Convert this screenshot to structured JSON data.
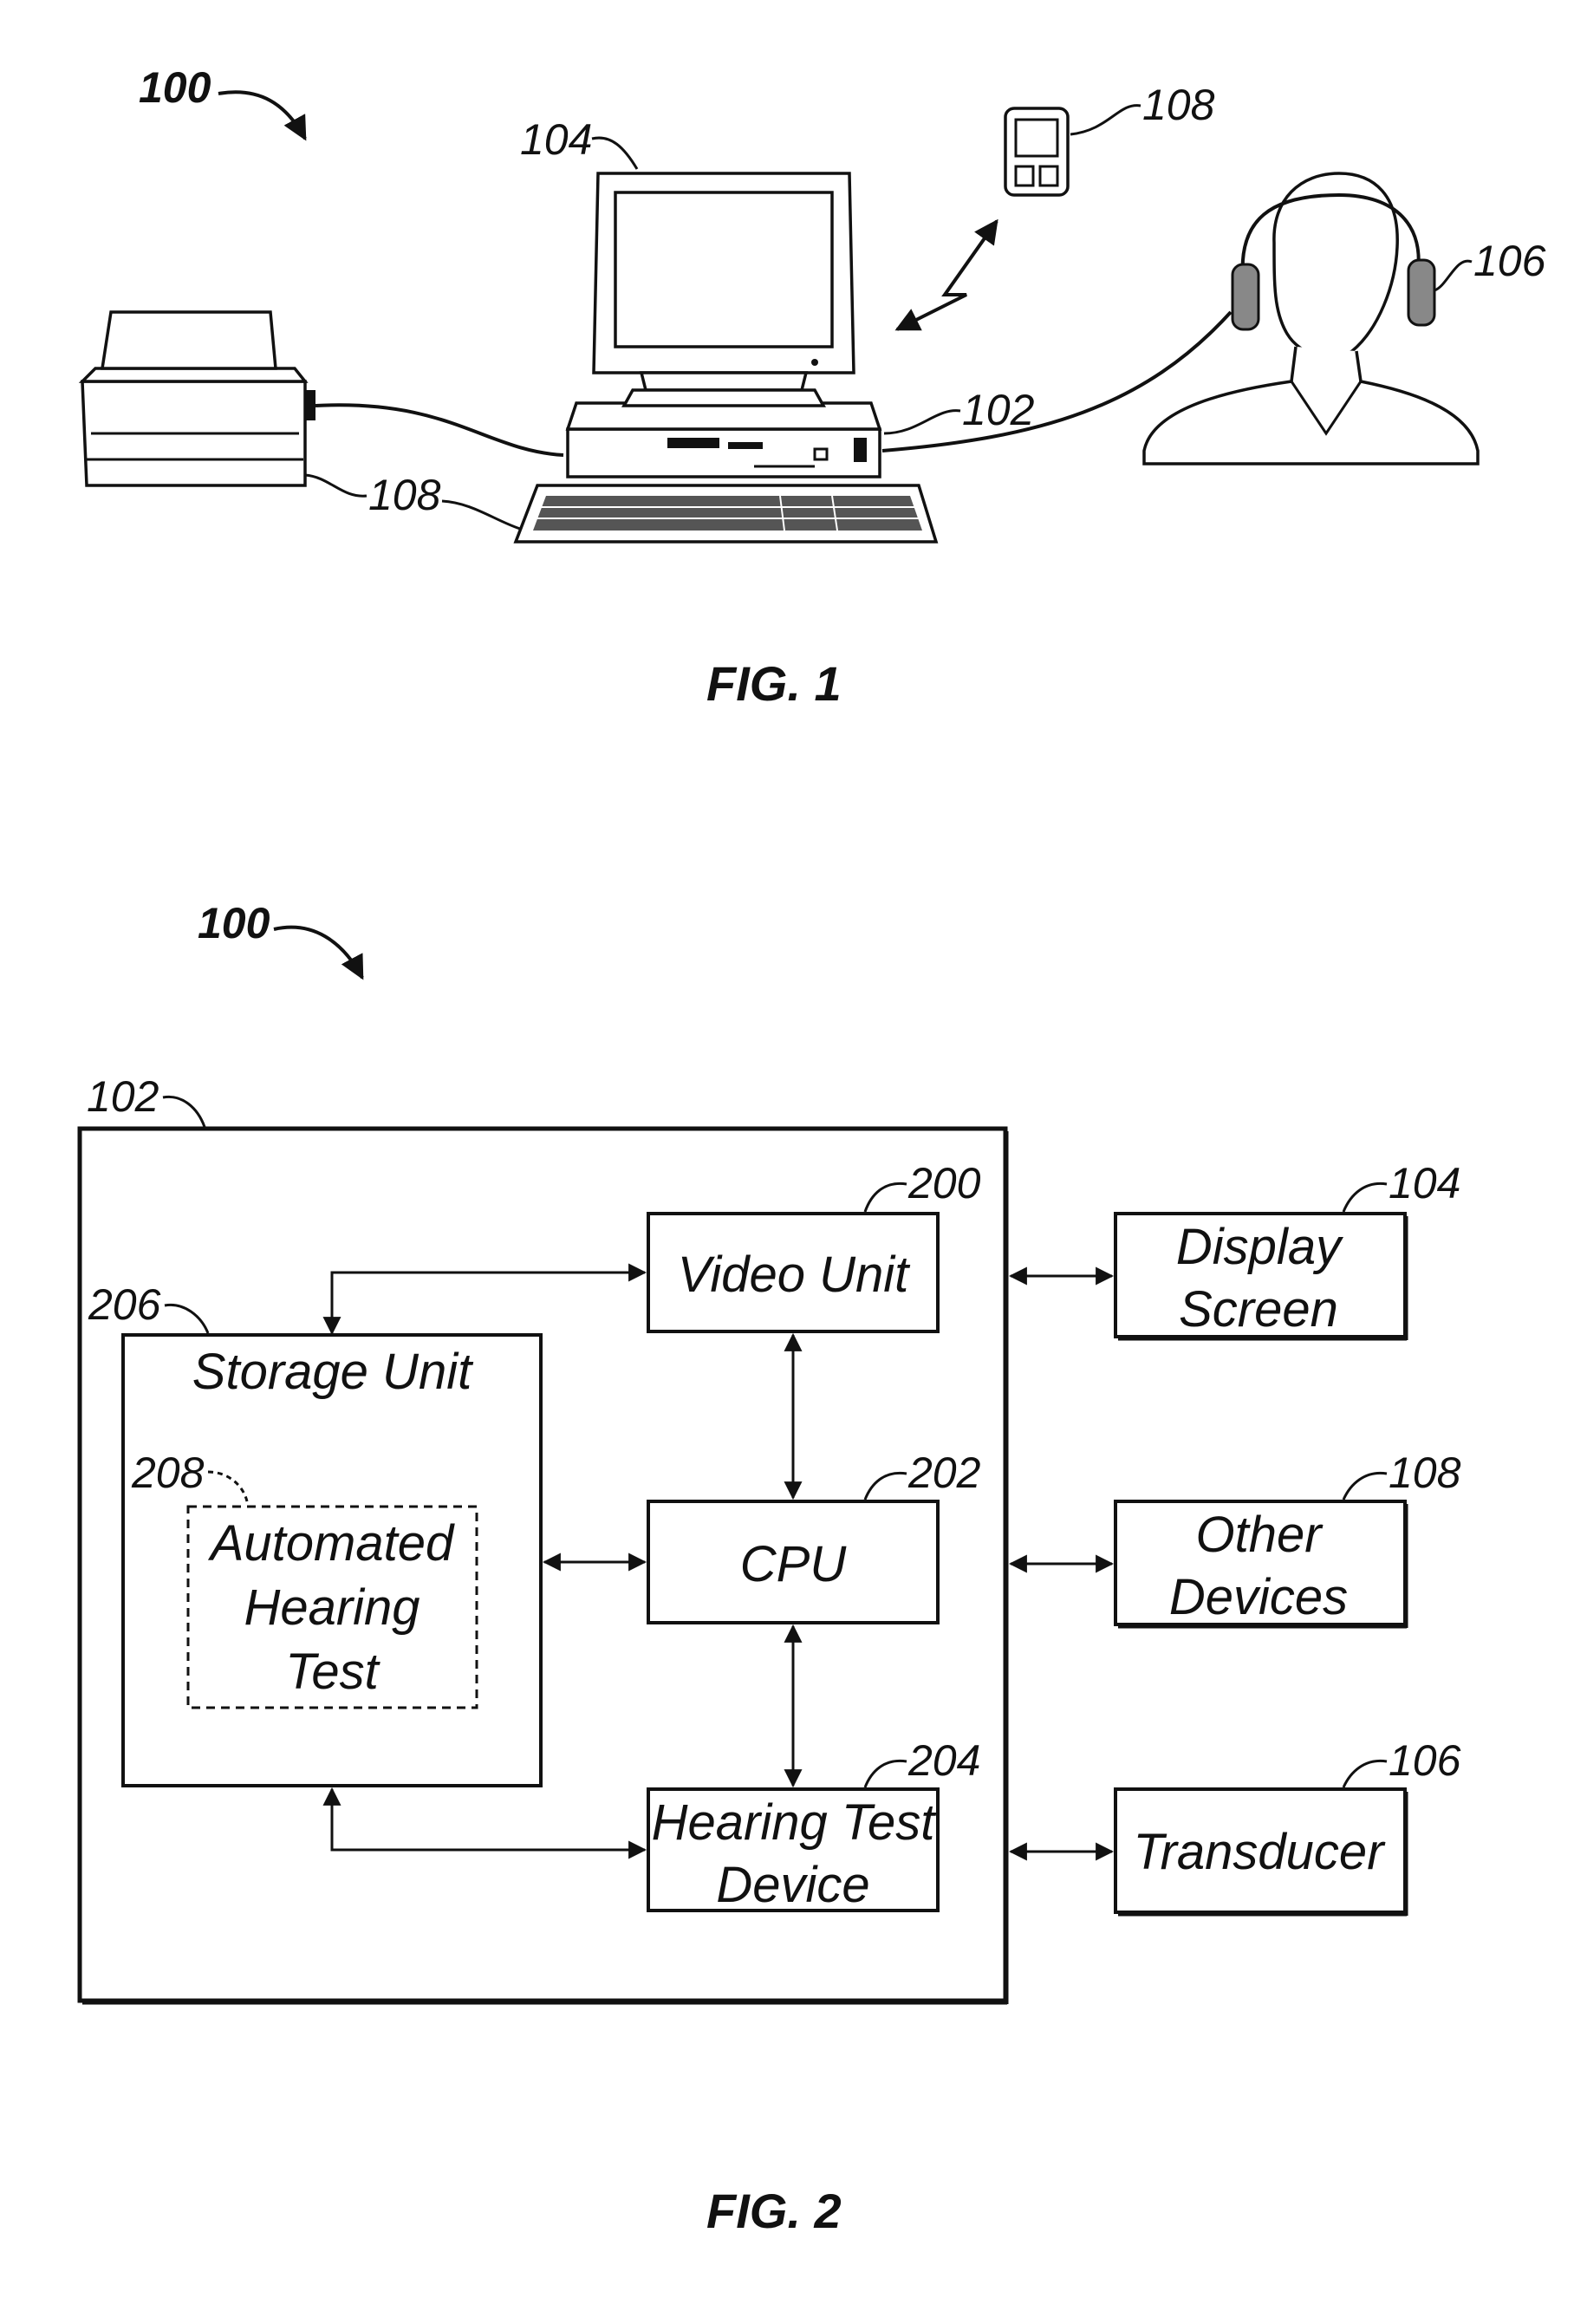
{
  "fig1": {
    "caption": "FIG. 1",
    "refs": {
      "system": "100",
      "monitor": "104",
      "player": "108",
      "listener": "106",
      "computer": "102",
      "printer": "108"
    }
  },
  "fig2": {
    "caption": "FIG. 2",
    "refs": {
      "system": "100",
      "computer": "102",
      "storage": "206",
      "test": "208",
      "video": "200",
      "cpu": "202",
      "hearing_device": "204",
      "display": "104",
      "other": "108",
      "transducer": "106"
    },
    "blocks": {
      "storage_title": "Storage Unit",
      "test_lines": [
        "Automated",
        "Hearing",
        "Test"
      ],
      "video": "Video Unit",
      "cpu": "CPU",
      "hearing_lines": [
        "Hearing Test",
        "Device"
      ],
      "display_lines": [
        "Display",
        "Screen"
      ],
      "other_lines": [
        "Other",
        "Devices"
      ],
      "transducer": "Transducer"
    }
  }
}
